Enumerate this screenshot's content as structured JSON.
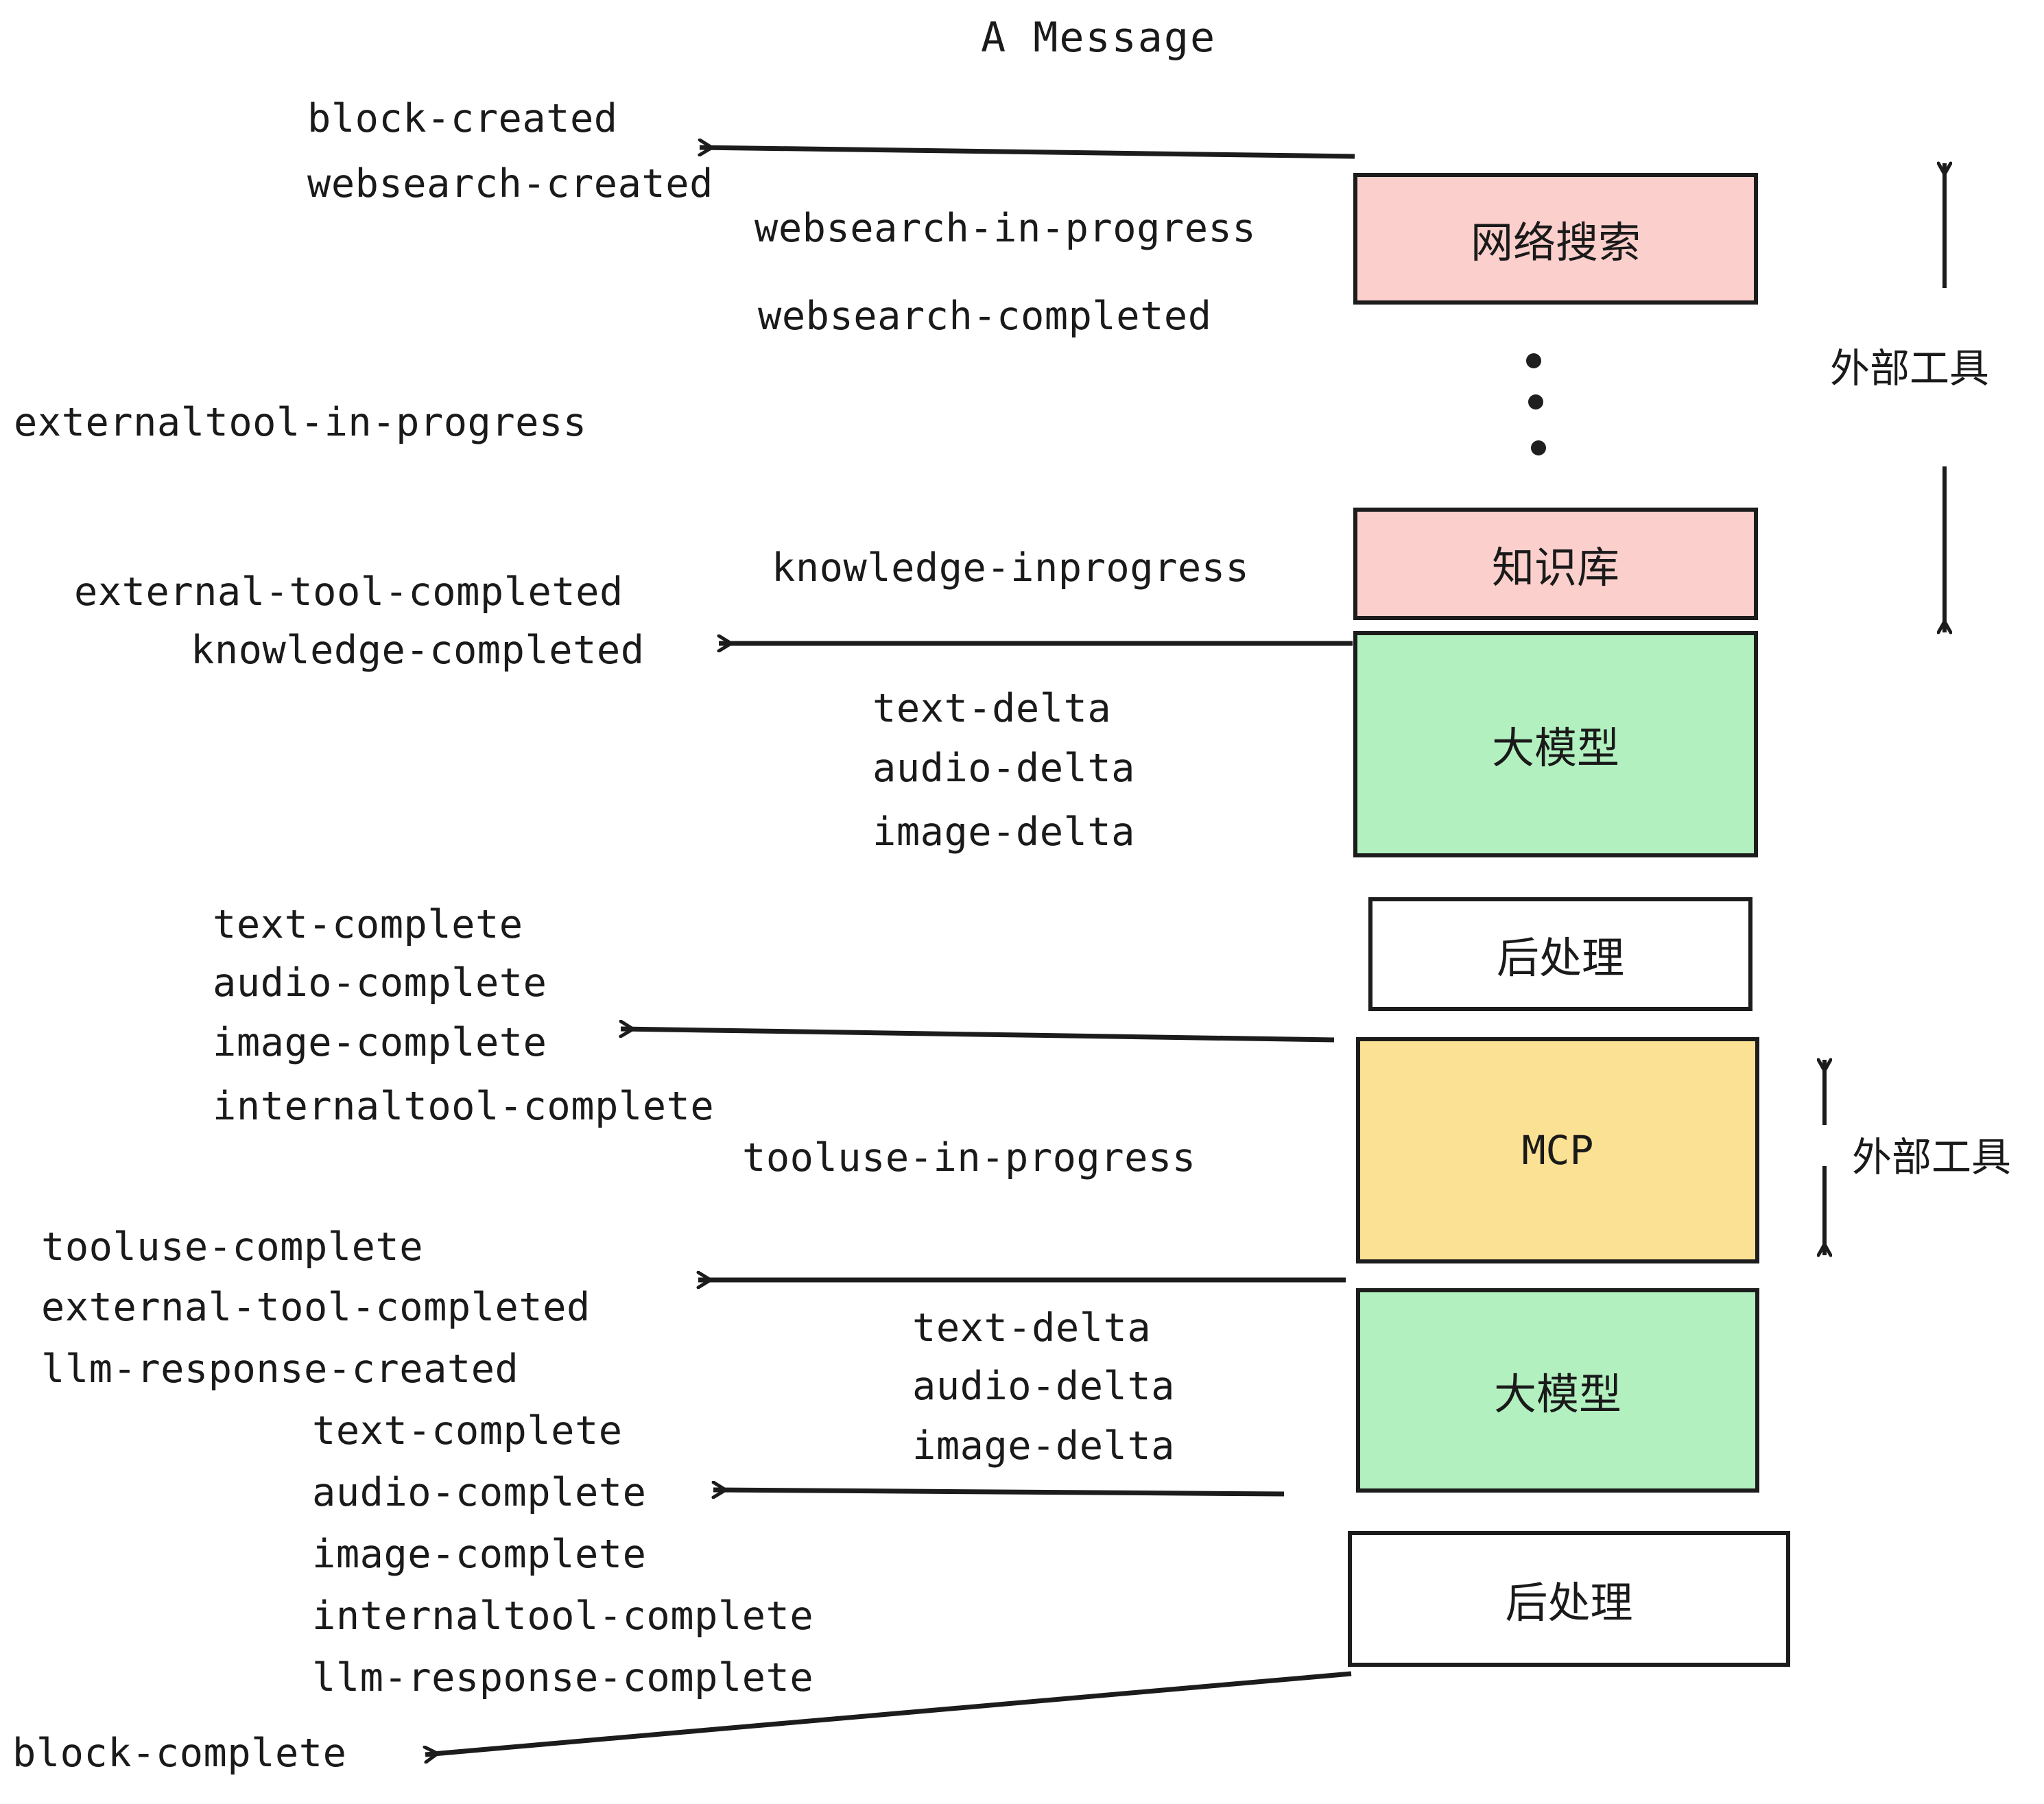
{
  "title": "A Message",
  "colors": {
    "pink": "#fbcfcb",
    "green": "#b2f0c0",
    "yellow": "#fae193",
    "white": "#ffffff",
    "stroke": "#1c1c1c",
    "text": "#1a1a1a"
  },
  "nodes": [
    {
      "id": "websearch",
      "label": "网络搜索",
      "fill": "#fbcfcb"
    },
    {
      "id": "knowledge",
      "label": "知识库",
      "fill": "#fbcfcb"
    },
    {
      "id": "llm-1",
      "label": "大模型",
      "fill": "#b2f0c0"
    },
    {
      "id": "postprocess-1",
      "label": "后处理",
      "fill": "#ffffff"
    },
    {
      "id": "mcp",
      "label": "MCP",
      "fill": "#fae193"
    },
    {
      "id": "llm-2",
      "label": "大模型",
      "fill": "#b2f0c0"
    },
    {
      "id": "postprocess-2",
      "label": "后处理",
      "fill": "#ffffff"
    }
  ],
  "side_labels": [
    {
      "id": "external-tools-top",
      "text": "外部工具"
    },
    {
      "id": "external-tools-bottom",
      "text": "外部工具"
    }
  ],
  "events": [
    {
      "id": "block-created",
      "text": "block-created"
    },
    {
      "id": "websearch-created",
      "text": "websearch-created"
    },
    {
      "id": "websearch-in-progress",
      "text": "websearch-in-progress"
    },
    {
      "id": "websearch-completed",
      "text": "websearch-completed"
    },
    {
      "id": "externaltool-in-progress",
      "text": "externaltool-in-progress"
    },
    {
      "id": "knowledge-inprogress",
      "text": "knowledge-inprogress"
    },
    {
      "id": "external-tool-completed-1",
      "text": "external-tool-completed"
    },
    {
      "id": "knowledge-completed",
      "text": "knowledge-completed"
    },
    {
      "id": "text-delta-1",
      "text": "text-delta"
    },
    {
      "id": "audio-delta-1",
      "text": "audio-delta"
    },
    {
      "id": "image-delta-1",
      "text": "image-delta"
    },
    {
      "id": "text-complete-1",
      "text": "text-complete"
    },
    {
      "id": "audio-complete-1",
      "text": "audio-complete"
    },
    {
      "id": "image-complete-1",
      "text": "image-complete"
    },
    {
      "id": "internaltool-complete-1",
      "text": "internaltool-complete"
    },
    {
      "id": "tooluse-in-progress",
      "text": "tooluse-in-progress"
    },
    {
      "id": "tooluse-complete",
      "text": "tooluse-complete"
    },
    {
      "id": "external-tool-completed-2",
      "text": "external-tool-completed"
    },
    {
      "id": "llm-response-created",
      "text": "llm-response-created"
    },
    {
      "id": "text-delta-2",
      "text": "text-delta"
    },
    {
      "id": "audio-delta-2",
      "text": "audio-delta"
    },
    {
      "id": "image-delta-2",
      "text": "image-delta"
    },
    {
      "id": "text-complete-2",
      "text": "text-complete"
    },
    {
      "id": "audio-complete-2",
      "text": "audio-complete"
    },
    {
      "id": "image-complete-2",
      "text": "image-complete"
    },
    {
      "id": "internaltool-complete-2",
      "text": "internaltool-complete"
    },
    {
      "id": "llm-response-complete",
      "text": "llm-response-complete"
    },
    {
      "id": "block-complete",
      "text": "block-complete"
    }
  ],
  "ellipsis_dots": 3
}
